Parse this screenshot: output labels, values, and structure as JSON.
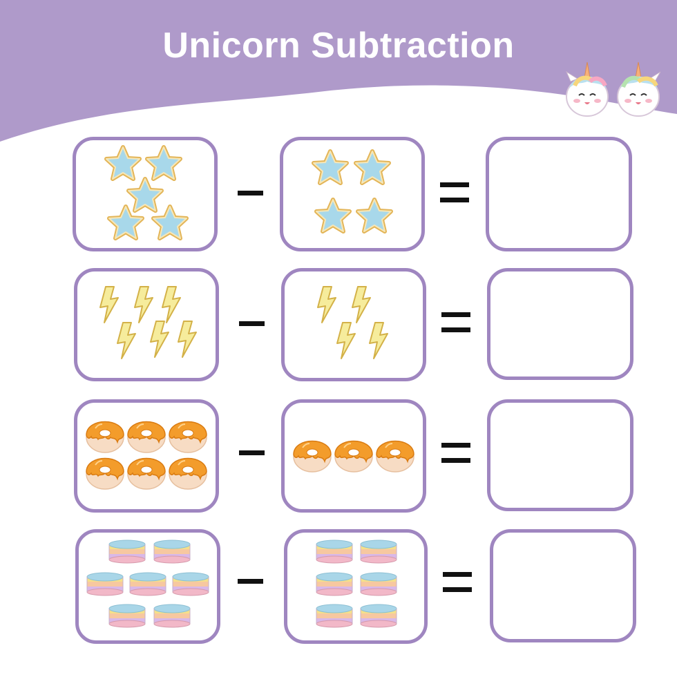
{
  "title": "Unicorn Subtraction",
  "colors": {
    "header": "#af9aca",
    "box_border": "#9f86c0",
    "star_fill": "#a8d8ea",
    "star_stroke": "#e3b558",
    "bolt_fill": "#f6ec9c",
    "bolt_stroke": "#d3b148",
    "donut_glaze": "#f39c2b",
    "donut_dough": "#f7dcc4",
    "cake_layers": [
      "#a9d6e8",
      "#f5e08a",
      "#f7c8a0",
      "#d9b8e8",
      "#f2b8c8"
    ]
  },
  "rows": [
    {
      "item": "star-icon",
      "left_count": 5,
      "right_count": 4
    },
    {
      "item": "lightning-icon",
      "left_count": 6,
      "right_count": 4
    },
    {
      "item": "donut-icon",
      "left_count": 6,
      "right_count": 3
    },
    {
      "item": "cake-icon",
      "left_count": 7,
      "right_count": 6
    }
  ],
  "answers": [
    "",
    "",
    "",
    ""
  ]
}
